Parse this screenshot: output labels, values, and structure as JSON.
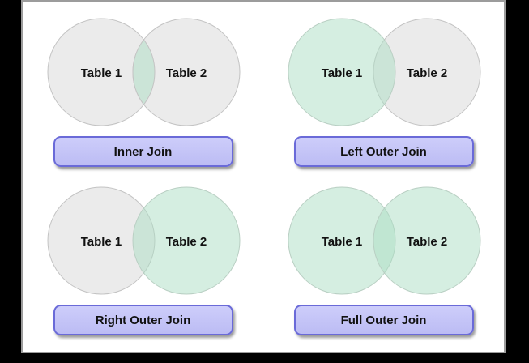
{
  "frame": {
    "background": "#000000",
    "panel_background": "#ffffff",
    "panel_border": "#9c9c9c"
  },
  "colors": {
    "circle_gray_fill": "#ebebeb",
    "circle_gray_stroke": "#c3c3c3",
    "circle_green_fill": "#abddc3",
    "circle_green_opacity": "0.5",
    "circle_green_stroke": "#b9cfc3",
    "lens_green_fill": "#cbe4d7",
    "button_fill_top": "#cdcdfa",
    "button_fill_bottom": "#bcbcf4",
    "button_border": "#6a6ad8",
    "button_shadow": "rgba(0,0,0,0.4)",
    "text": "#111111"
  },
  "diagrams": [
    {
      "left_label": "Table 1",
      "right_label": "Table 2",
      "button_label": "Inner Join",
      "mode": "inner",
      "left_shaded": false,
      "right_shaded": false,
      "intersection_shaded": true
    },
    {
      "left_label": "Table 1",
      "right_label": "Table 2",
      "button_label": "Left Outer Join",
      "mode": "left",
      "left_shaded": true,
      "right_shaded": false,
      "intersection_shaded": true
    },
    {
      "left_label": "Table 1",
      "right_label": "Table 2",
      "button_label": "Right Outer Join",
      "mode": "right",
      "left_shaded": false,
      "right_shaded": true,
      "intersection_shaded": true
    },
    {
      "left_label": "Table 1",
      "right_label": "Table 2",
      "button_label": "Full Outer Join",
      "mode": "full",
      "left_shaded": true,
      "right_shaded": true,
      "intersection_shaded": true
    }
  ]
}
